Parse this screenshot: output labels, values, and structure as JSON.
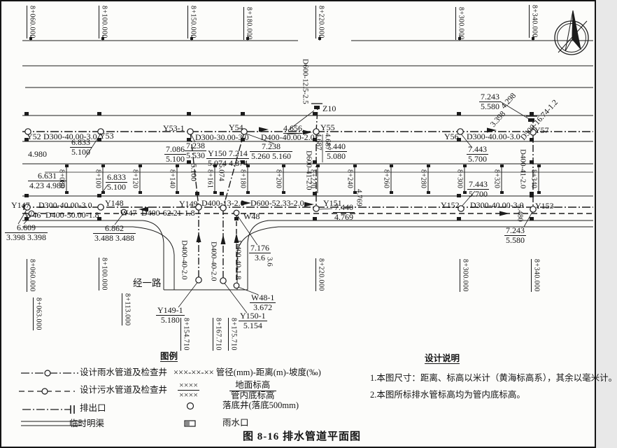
{
  "figure_title": "图 8-16  排水管道平面图",
  "street_name": "经一路",
  "stations_top": [
    "8+060.000",
    "8+100.000",
    "8+150.000",
    "8+180.000",
    "8+220.000",
    "8+300.000",
    "8+340.000"
  ],
  "stations_mid": [
    "8+080",
    "8+100",
    "8+120",
    "8+140",
    "8+161",
    "8+180",
    "8+200",
    "8+220",
    "8+240",
    "8+260",
    "8+280",
    "8+300",
    "8+320",
    "8+340"
  ],
  "stations_bottom": [
    "8+060.000",
    "8+063.000",
    "8+100.000",
    "8+113.000",
    "8+220.000",
    "8+300.000",
    "8+340.000"
  ],
  "stations_street": [
    "8+154.710",
    "8+167.710",
    "8+175.710"
  ],
  "upper_row": [
    "Y52",
    "D300-40.00-3.0",
    "Y53",
    "Y53-1",
    "D300-30.00-3.0",
    "Y54",
    "D400-40.00-2.0",
    "Z10",
    "Y55",
    "4.656",
    "Y56",
    "D300-40.00-3.0",
    "Y57"
  ],
  "lower_row": [
    "Y147",
    "D300-40.00-3.0",
    "Y148",
    "Y149",
    "D400-13-2.0",
    "D600-52.33-2.0",
    "Y151",
    "Y152",
    "D300-40.00-3.0",
    "Y153"
  ],
  "sewer_row": [
    "W46",
    "D400-50.00-1.8",
    "W47",
    "D400-62.21-1.8",
    "W48"
  ],
  "street_pipes": [
    "D400-40-2.0",
    "D400-40-2.0",
    "D400-40-1.8"
  ],
  "vlabels": [
    "D600-12.5-2.5",
    "D600-41-2.0",
    "D400-41-2.0",
    "5.100",
    "5.074",
    "4.687",
    "4.687",
    "4.769",
    "5.480",
    "3.6"
  ],
  "diagonals": [
    "D500-16.74-1.2",
    "4.298",
    "3.398"
  ],
  "singles": [
    "4.980"
  ],
  "fracs": [
    {
      "t": "6.833",
      "b": "5.100"
    },
    {
      "t": "7.086",
      "b": "5.100"
    },
    {
      "t": "7.238",
      "b": "5.530"
    },
    {
      "t": "7.238",
      "b": "5.260 5.160"
    },
    {
      "t": "Y150 7.214",
      "b": "5.074 4.874"
    },
    {
      "t": "7.440",
      "b": "5.080"
    },
    {
      "t": "7.443",
      "b": "5.700"
    },
    {
      "t": "7.243",
      "b": "5.580"
    },
    {
      "t": "6.631",
      "b": "4.23 4.980"
    },
    {
      "t": "6.833",
      "b": "5.100"
    },
    {
      "t": "6.609",
      "b": "3.398 3.398"
    },
    {
      "t": "6.862",
      "b": "3.488 3.488"
    },
    {
      "t": "7.440",
      "b": "4.769"
    },
    {
      "t": "7.443",
      "b": "5.700"
    },
    {
      "t": "7.243",
      "b": "5.580"
    },
    {
      "t": "7.176",
      "b": "3.6"
    },
    {
      "t": "Y149-1",
      "b": "5.180"
    },
    {
      "t": "Y150-1",
      "b": "5.154"
    },
    {
      "t": "W48-1",
      "b": "3.672"
    }
  ],
  "legend": {
    "title": "图例",
    "rain_line": "设计雨水管道及检查井",
    "rain_formula": "×××-××-×× 管径(mm)-距离(m)-坡度(‰)",
    "sewage_line": "设计污水管道及检查井",
    "frac_example": {
      "t": "××××",
      "b": "××××"
    },
    "frac_meaning": {
      "t": "地面标高",
      "b": "管内底标高"
    },
    "outlet": "排出口",
    "channel": "临时明渠",
    "drop_well": "落底井(落底500mm)",
    "rain_inlet": "雨水口"
  },
  "notes": {
    "title": "设计说明",
    "n1": "1.本图尺寸：距离、标高以米计（黄海标高系），其余以毫米计。",
    "n2": "2.本图所标排水管标高均为管内底标高。"
  }
}
